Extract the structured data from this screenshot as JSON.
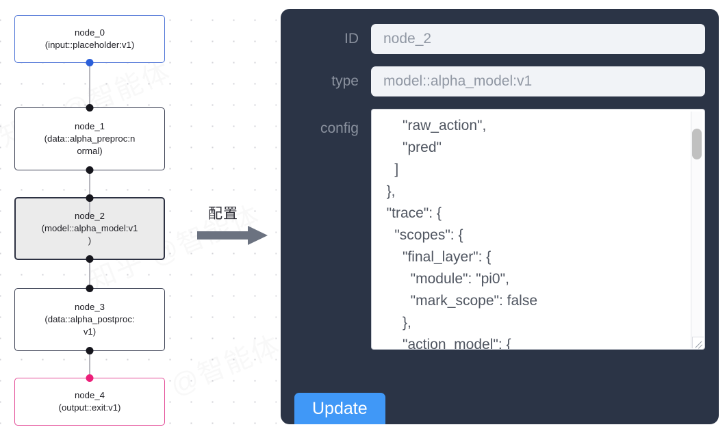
{
  "graph": {
    "nodes": [
      {
        "id": "node_0",
        "label": "node_0\n(input::placeholder:v1)",
        "role": "input",
        "selected": false
      },
      {
        "id": "node_1",
        "label": "node_1\n(data::alpha_preproc:n\normal)",
        "role": "default",
        "selected": false
      },
      {
        "id": "node_2",
        "label": "node_2\n(model::alpha_model:v1\n)",
        "role": "default",
        "selected": true
      },
      {
        "id": "node_3",
        "label": "node_3\n(data::alpha_postproc:\nv1)",
        "role": "default",
        "selected": false
      },
      {
        "id": "node_4",
        "label": "node_4\n(output::exit:v1)",
        "role": "output",
        "selected": false
      }
    ],
    "colors": {
      "input_border": "#4b72d6",
      "output_border": "#e34b96",
      "default_border": "#3a3f52",
      "selected_fill": "#ebebeb",
      "edge": "#b6b6bd",
      "handle": "#16161d",
      "handle_blue": "#2b5fd9",
      "handle_pink": "#ec1e79"
    }
  },
  "arrow": {
    "label": "配置"
  },
  "panel": {
    "background": "#2b3446",
    "fields": [
      {
        "label": "ID",
        "value": "node_2"
      },
      {
        "label": "type",
        "value": "model::alpha_model:v1"
      }
    ],
    "config": {
      "label": "config",
      "value": "      \"raw_action\",\n      \"pred\"\n    ]\n  },\n  \"trace\": {\n    \"scopes\": {\n      \"final_layer\": {\n        \"module\": \"pi0\",\n        \"mark_scope\": false\n      },\n      \"action_model\": {"
    },
    "update_label": "Update",
    "update_color": "#4098f7"
  },
  "watermarks": [
    "知乎 @智能体",
    "知乎 @智能体",
    "知乎 @智能体",
    "知乎 @智能体",
    "知乎 @智能体",
    "知乎 @智能体",
    "知乎 @智能体",
    "知乎 @智能体"
  ]
}
